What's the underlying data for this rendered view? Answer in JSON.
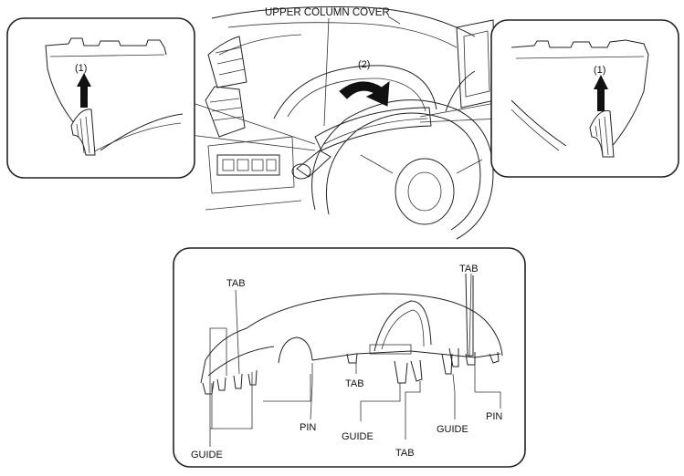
{
  "labels": {
    "upper_column_cover": "UPPER COLUMN COVER",
    "step_1_left": "(1)",
    "step_2": "(2)",
    "step_1_right": "(1)",
    "tab_top_left": "TAB",
    "tab_top_right": "TAB",
    "tab_mid": "TAB",
    "tab_bottom": "TAB",
    "pin_left": "PIN",
    "pin_right": "PIN",
    "guide_left": "GUIDE",
    "guide_mid": "GUIDE",
    "guide_right": "GUIDE"
  },
  "icons": {
    "arrow_up_left": "arrow-up-icon",
    "arrow_up_right": "arrow-up-icon",
    "arrow_curved": "curved-arrow-icon"
  }
}
